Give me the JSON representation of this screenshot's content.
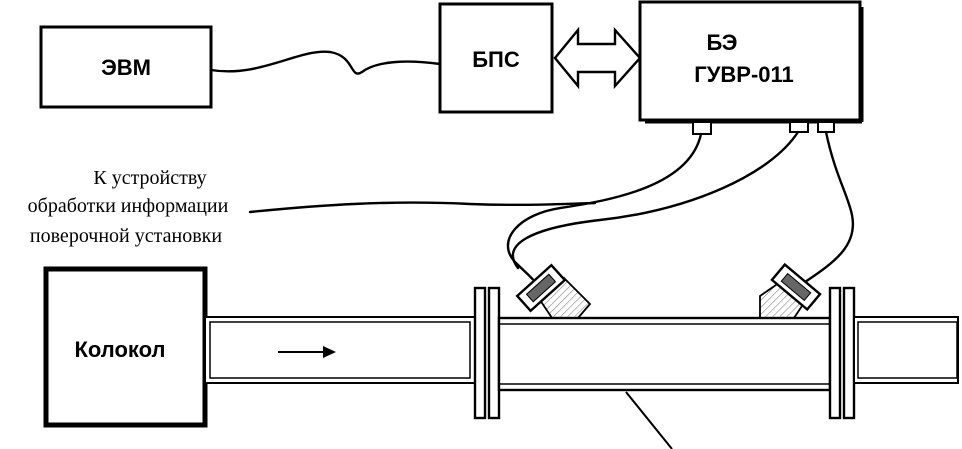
{
  "labels": {
    "evm": "ЭВМ",
    "bps": "БПС",
    "be_line1": "БЭ",
    "be_line2": "ГУВР-011",
    "kolokol": "Колокол"
  },
  "note": {
    "line1": "К устройству",
    "line2": "обработки информации",
    "line3": "поверочной установки"
  }
}
